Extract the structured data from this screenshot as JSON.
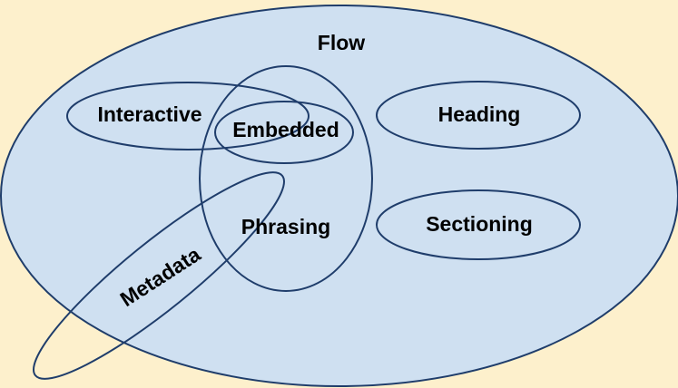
{
  "colors": {
    "background": "#fdf0cc",
    "flow_fill": "#cfe0f1",
    "stroke": "#1f3d6b",
    "text": "#000000"
  },
  "diagram": {
    "flow": "Flow",
    "interactive": "Interactive",
    "embedded": "Embedded",
    "heading": "Heading",
    "phrasing": "Phrasing",
    "sectioning": "Sectioning",
    "metadata": "Metadata"
  }
}
